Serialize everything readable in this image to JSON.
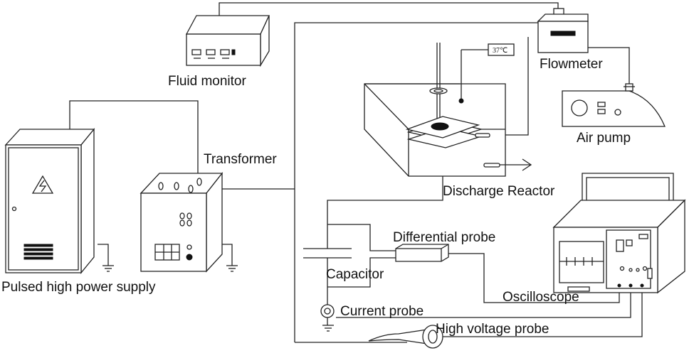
{
  "labels": {
    "fluid_monitor": "Fluid monitor",
    "flowmeter": "Flowmeter",
    "air_pump": "Air pump",
    "transformer": "Transformer",
    "discharge_reactor": "Discharge Reactor",
    "pulsed_power_supply": "Pulsed high power supply",
    "differential_probe": "Differential probe",
    "capacitor": "Capacitor",
    "oscilloscope": "Oscilloscope",
    "current_probe": "Current probe",
    "high_voltage_probe": "High voltage probe",
    "temperature_readout": "37℃"
  }
}
